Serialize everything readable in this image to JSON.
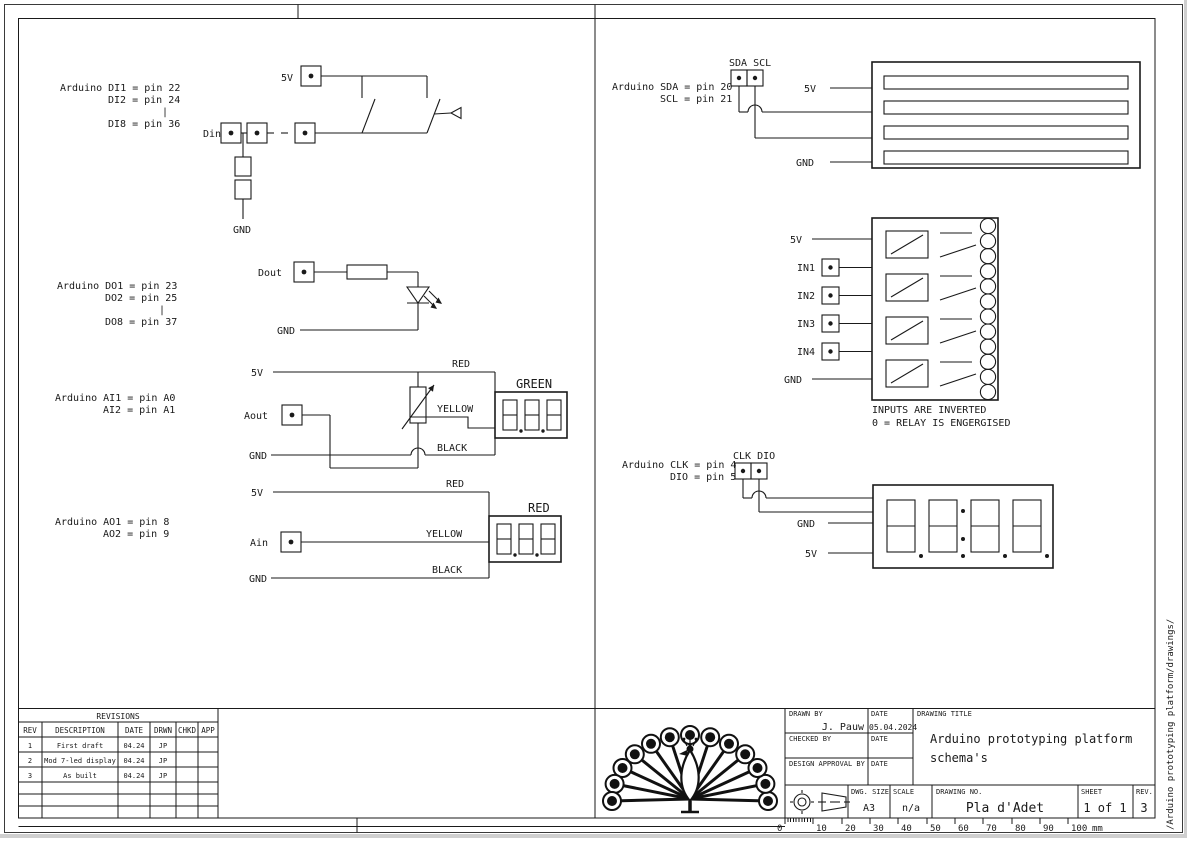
{
  "colors": {
    "ink": "#1a1a1a",
    "paper": "#ffffff"
  },
  "drawing": {
    "di": {
      "l1": "Arduino DI1 = pin 22",
      "l2": "DI2 = pin 24",
      "l3": "|",
      "l4": "DI8 = pin 36",
      "v5": "5V",
      "din": "Din",
      "gnd": "GND"
    },
    "dout": {
      "l1": "Arduino DO1 = pin 23",
      "l2": "DO2 = pin 25",
      "l3": "|",
      "l4": "DO8 = pin 37",
      "dout": "Dout",
      "gnd": "GND"
    },
    "ai": {
      "l1": "Arduino AI1 = pin A0",
      "l2": "AI2 = pin A1",
      "v5": "5V",
      "aout": "Aout",
      "gnd": "GND",
      "wire_red": "RED",
      "wire_yellow": "YELLOW",
      "wire_black": "BLACK",
      "display": "GREEN"
    },
    "ao": {
      "l1": "Arduino AO1 = pin 8",
      "l2": "AO2 = pin 9",
      "v5": "5V",
      "ain": "Ain",
      "gnd": "GND",
      "wire_red": "RED",
      "wire_yellow": "YELLOW",
      "wire_black": "BLACK",
      "display": "RED"
    },
    "i2c": {
      "l1": "Arduino SDA = pin 20",
      "l2": "SCL = pin 21",
      "hdr": "SDA SCL",
      "v5": "5V",
      "gnd": "GND"
    },
    "relay": {
      "v5": "5V",
      "in1": "IN1",
      "in2": "IN2",
      "in3": "IN3",
      "in4": "IN4",
      "gnd": "GND",
      "cap1": "INPUTS ARE INVERTED",
      "cap2": "0 = RELAY IS ENGERGISED"
    },
    "seg": {
      "l1": "Arduino CLK = pin 4",
      "l2": "DIO = pin 5",
      "hdr": "CLK DIO",
      "gnd": "GND",
      "v5": "5V"
    }
  },
  "revisions": {
    "title": "REVISIONS",
    "headers": [
      "REV",
      "DESCRIPTION",
      "DATE",
      "DRWN",
      "CHKD",
      "APP"
    ],
    "rows": [
      [
        "1",
        "First draft",
        "04.24",
        "JP",
        "",
        ""
      ],
      [
        "2",
        "Mod 7-led display",
        "04.24",
        "JP",
        "",
        ""
      ],
      [
        "3",
        "As built",
        "04.24",
        "JP",
        "",
        ""
      ]
    ]
  },
  "title_block": {
    "drawn_by_label": "DRAWN BY",
    "drawn_by": "J. Pauw",
    "date_label1": "DATE",
    "drawn_date": "05.04.2024",
    "checked_label": "CHECKED BY",
    "date_label2": "DATE",
    "approval_label": "DESIGN APPROVAL BY",
    "date_label3": "DATE",
    "title_label": "DRAWING TITLE",
    "title_line1": "Arduino prototyping platform",
    "title_line2": "schema's",
    "size_label": "DWG. SIZE",
    "size": "A3",
    "scale_label": "SCALE",
    "scale": "n/a",
    "no_label": "DRAWING NO.",
    "no": "Pla d'Adet",
    "sheet_label": "SHEET",
    "sheet": "1 of 1",
    "rev_label": "REV.",
    "rev": "3"
  },
  "ruler": {
    "labels": [
      "0",
      "10",
      "20",
      "30",
      "40",
      "50",
      "60",
      "70",
      "80",
      "90",
      "100"
    ],
    "unit": "mm"
  },
  "border": {
    "path_text": "/Arduino prototyping platform/drawings/"
  }
}
